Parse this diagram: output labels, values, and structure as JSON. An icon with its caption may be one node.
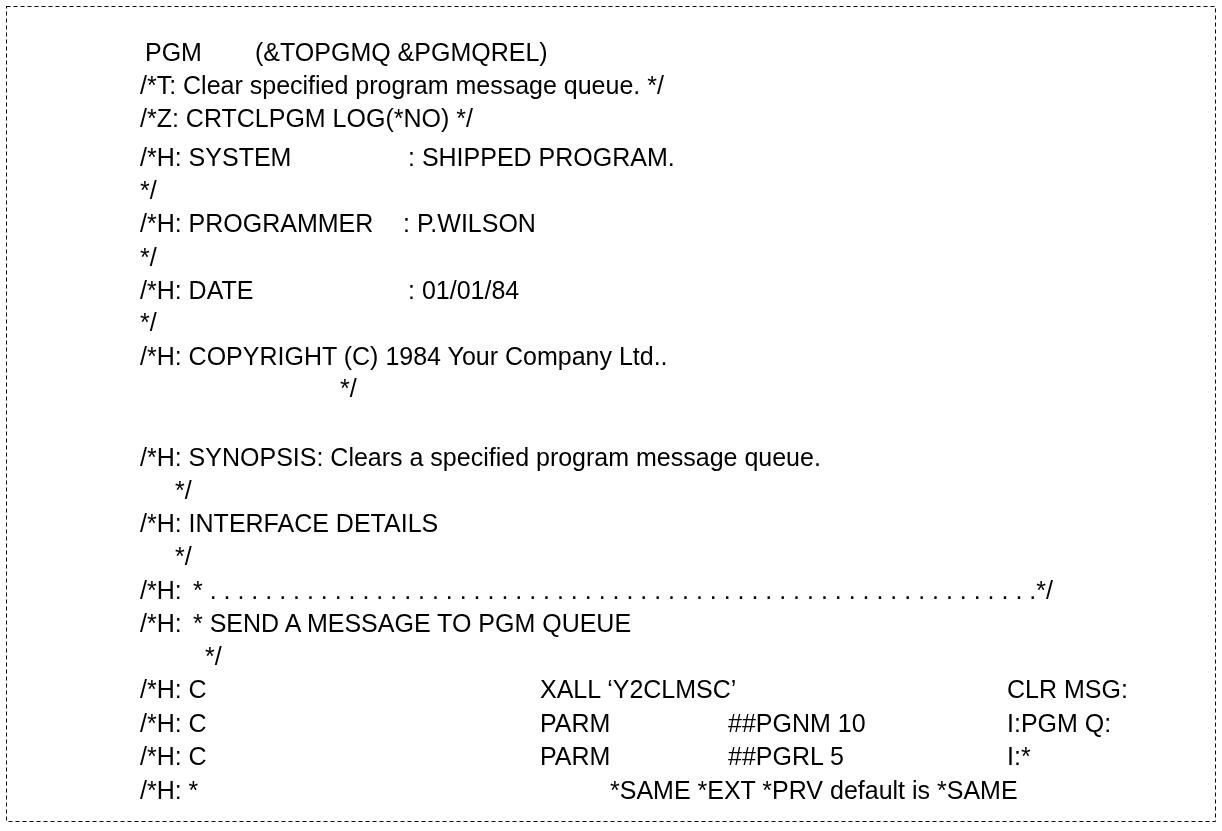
{
  "diagram": {
    "labels": [
      "PGM",
      "(&TOPGMQ &PGMQREL)",
      "/*T: Clear specified program message queue. */",
      "/*Z: CRTCLPGM LOG(*NO) */",
      "/*H: SYSTEM",
      ": SHIPPED PROGRAM.",
      "*/",
      "/*H: PROGRAMMER",
      ": P.WILSON",
      "*/",
      "/*H: DATE",
      ": 01/01/84",
      "*/",
      "/*H: COPYRIGHT (C) 1984 Your Company Ltd..",
      "*/",
      "/*H: SYNOPSIS: Clears a specified program message queue.",
      "*/",
      "/*H: INTERFACE DETAILS",
      "*/",
      "/*H:",
      "* . . . . . . . . . . . . . . . . . . . . . . . . . . . . . . . . . . . . . . . . . . . . . . . . . . . . . . . . . . . .*/",
      "/*H:",
      "* SEND A MESSAGE TO PGM QUEUE",
      "*/",
      "/*H: C",
      "XALL ‘Y2CLMSC’",
      "CLR MSG:",
      "/*H: C",
      "PARM",
      "##PGNM 10",
      "I:PGM Q:",
      "/*H: C",
      "PARM",
      "##PGRL 5",
      "I:*",
      "/*H: *",
      "*SAME *EXT *PRV default is *SAME"
    ]
  }
}
